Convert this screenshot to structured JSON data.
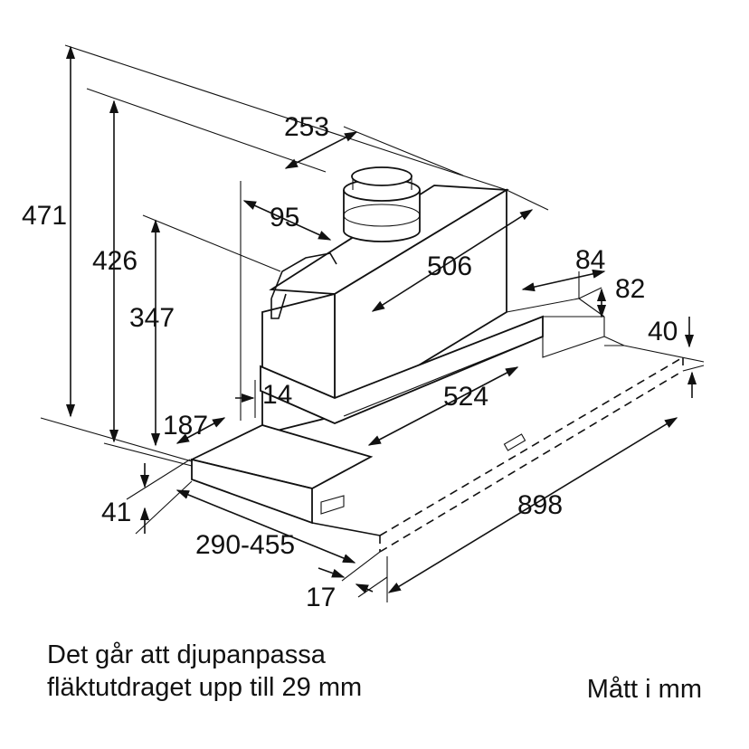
{
  "dimensions": {
    "total_height": "471",
    "height_426": "426",
    "height_347": "347",
    "duct_width": "253",
    "duct_offset": "95",
    "body_depth": "506",
    "bracket_84": "84",
    "bracket_82": "82",
    "front_40": "40",
    "offset_14": "14",
    "inner_width": "524",
    "side_187": "187",
    "front_41": "41",
    "drawer_range": "290-455",
    "front_17": "17",
    "total_width": "898"
  },
  "note": {
    "line1": "Det går att djupanpassa",
    "line2": "fläktutdraget upp till 29 mm"
  },
  "unit_label": "Mått i mm"
}
